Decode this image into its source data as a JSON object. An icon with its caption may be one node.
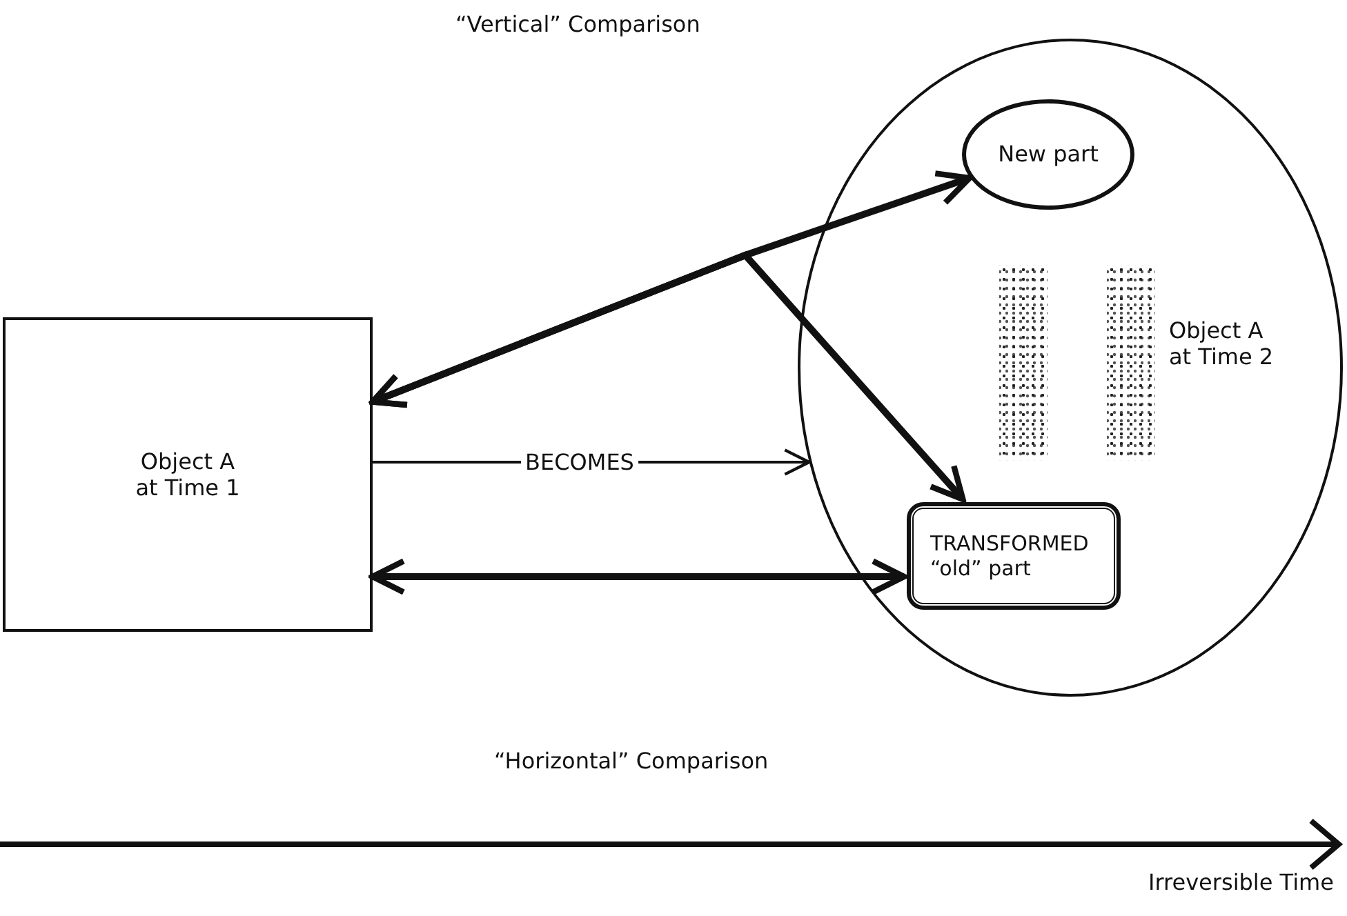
{
  "diagram": {
    "nodes": [
      {
        "text": [
          "Object A at Time 1"
        ]
      },
      {
        "text": [
          "Object A at Time 2"
        ]
      },
      {
        "text": [
          "New part"
        ],
        "in": 1
      },
      {
        "text": [
          "TRANSFORMED “old” part"
        ],
        "in": 1
      },
      {
        "text": [],
        "shape": "bar",
        "in": 1
      },
      {
        "text": [],
        "shape": "bar",
        "in": 1
      }
    ],
    "edges": [
      {
        "from": 0,
        "to": 2,
        "arrow": "both"
      },
      {
        "from": 0,
        "to": 3,
        "arrow": "both"
      },
      {
        "from": 0,
        "to": 1,
        "arrow": "to",
        "label": "BECOMES"
      },
      {
        "from": 0,
        "to": 3,
        "arrow": "both"
      }
    ],
    "labels": [
      "“Vertical” Comparison",
      "“Horizontal” Comparison",
      "Irreversible Time"
    ]
  }
}
